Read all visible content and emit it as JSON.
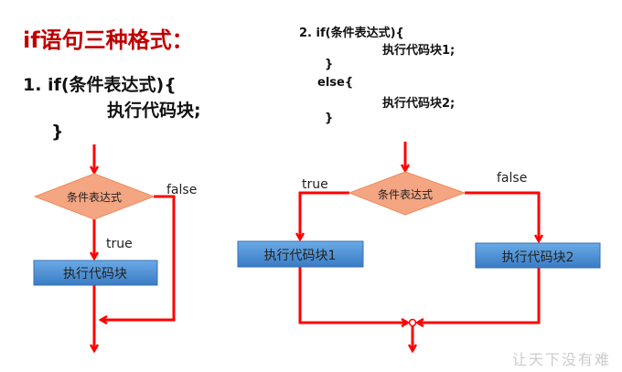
{
  "title": "if语句三种格式：",
  "format1": {
    "line1": "1.  if(条件表达式){",
    "line2": "执行代码块;",
    "line3": "}"
  },
  "format2": {
    "line1": "2.  if(条件表达式){",
    "line2": "执行代码块1;",
    "line3": "}",
    "line4": "else{",
    "line5": "执行代码块2;",
    "line6": "}"
  },
  "flow1": {
    "condition": "条件表达式",
    "true_label": "true",
    "false_label": "false",
    "block": "执行代码块"
  },
  "flow2": {
    "condition": "条件表达式",
    "true_label": "true",
    "false_label": "false",
    "block1": "执行代码块1",
    "block2": "执行代码块2"
  },
  "watermark": "让天下没有难",
  "colors": {
    "arrow": "#ff0000",
    "diamond": "#f4a582",
    "box": "#4a8fd4",
    "title": "#c00000"
  }
}
